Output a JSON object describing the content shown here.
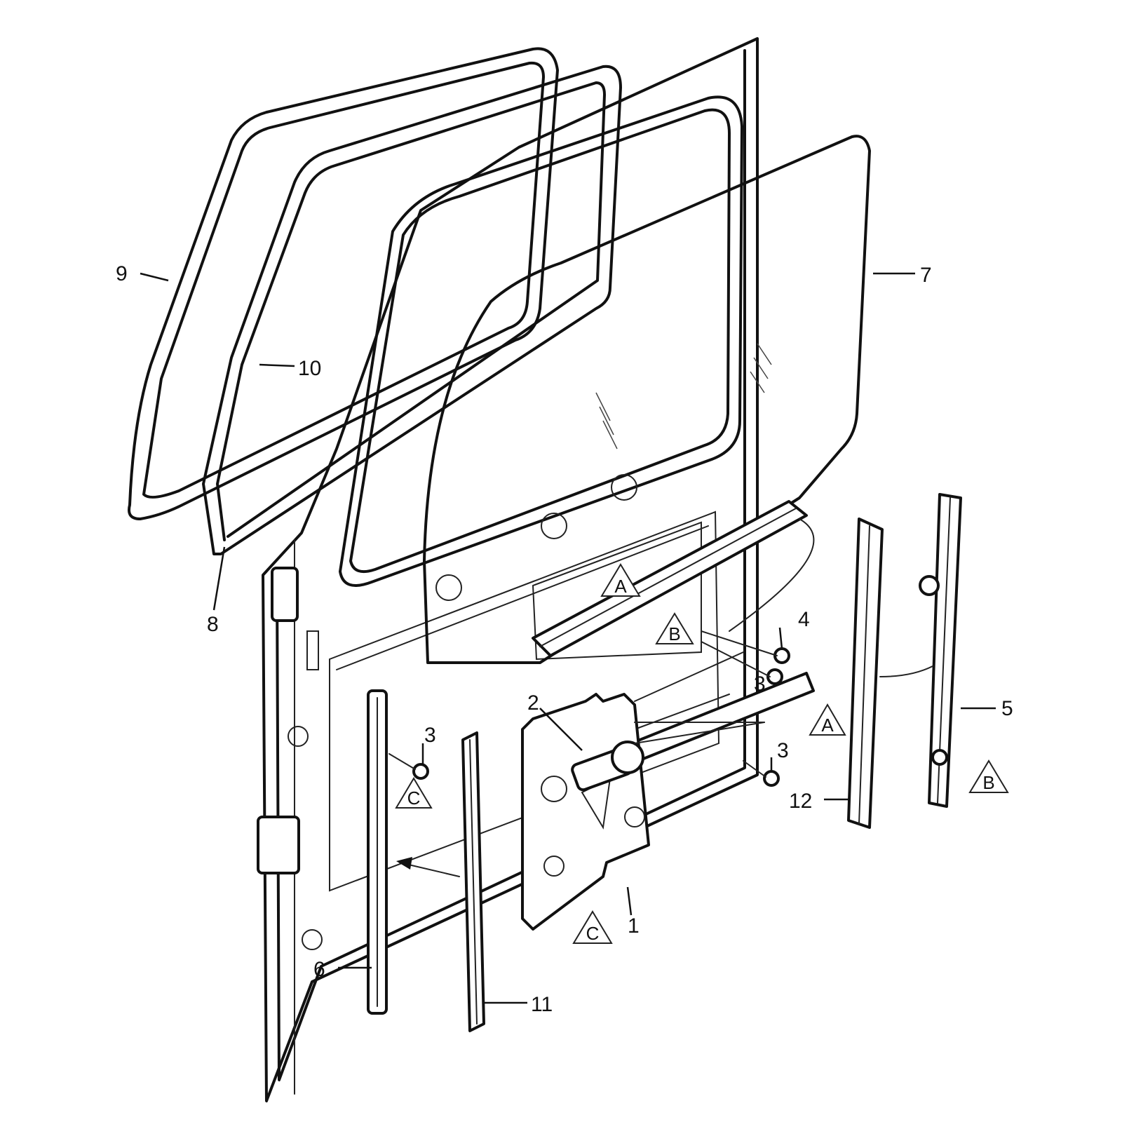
{
  "callouts": {
    "c1": "1",
    "c2": "2",
    "c3a": "3",
    "c3b": "3",
    "c3c": "3",
    "c4": "4",
    "c5": "5",
    "c6": "6",
    "c7": "7",
    "c8": "8",
    "c9": "9",
    "c10": "10",
    "c11": "11",
    "c12": "12"
  },
  "markers": {
    "a1": "A",
    "a2": "A",
    "b1": "B",
    "b2": "B",
    "c1": "C",
    "c2": "C"
  }
}
